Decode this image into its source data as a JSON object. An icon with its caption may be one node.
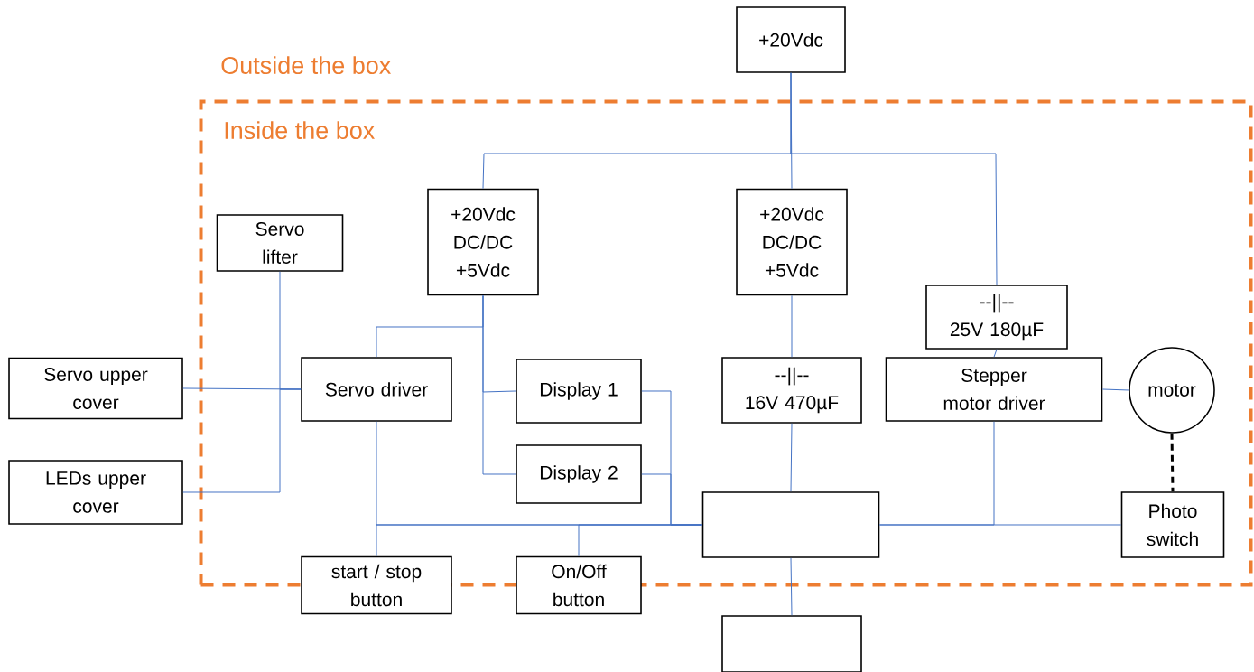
{
  "diagram": {
    "nodes": [
      {
        "text": [
          "Inside the box"
        ]
      },
      {
        "text": [
          "+20Vdc"
        ]
      },
      {
        "text": [
          "+20Vdc DC/DC +5Vdc"
        ],
        "in": 0
      },
      {
        "text": [
          "+20Vdc DC/DC +5Vdc"
        ],
        "in": 0
      },
      {
        "text": [
          "Servo lifter"
        ],
        "in": 0
      },
      {
        "text": [
          "--||--",
          "25V 180µF"
        ],
        "in": 0
      },
      {
        "text": [
          "Servo upper cover"
        ]
      },
      {
        "text": [
          "Servo driver"
        ],
        "in": 0
      },
      {
        "text": [
          "Display 1"
        ],
        "in": 0
      },
      {
        "text": [
          "--||--",
          "16V 470µF"
        ],
        "in": 0
      },
      {
        "text": [
          "Stepper motor driver"
        ],
        "in": 0
      },
      {
        "text": [
          "motor"
        ],
        "in": 0
      },
      {
        "text": [
          "LEDs upper cover"
        ]
      },
      {
        "text": [
          "Display 2"
        ],
        "in": 0
      },
      {
        "text": [],
        "shape": "box",
        "in": 0
      },
      {
        "text": [
          "Photo switch"
        ],
        "in": 0
      },
      {
        "text": [
          "start / stop button"
        ]
      },
      {
        "text": [
          "On/Off button"
        ]
      },
      {
        "text": [],
        "shape": "box"
      }
    ],
    "edges": [
      {
        "from": 1,
        "to": 2,
        "arrow": "none"
      },
      {
        "from": 1,
        "to": 3,
        "arrow": "none"
      },
      {
        "from": 1,
        "to": 5,
        "arrow": "none"
      },
      {
        "from": 2,
        "to": 7,
        "arrow": "none"
      },
      {
        "from": 2,
        "to": 8,
        "arrow": "none"
      },
      {
        "from": 2,
        "to": 13,
        "arrow": "none"
      },
      {
        "from": 7,
        "to": 6,
        "arrow": "none"
      },
      {
        "from": 7,
        "to": 4,
        "arrow": "none"
      },
      {
        "from": 7,
        "to": 12,
        "arrow": "none"
      },
      {
        "from": 3,
        "to": 9,
        "arrow": "none"
      },
      {
        "from": 9,
        "to": 14,
        "arrow": "none"
      },
      {
        "from": 5,
        "to": 10,
        "arrow": "none"
      },
      {
        "from": 10,
        "to": 11,
        "arrow": "none"
      },
      {
        "from": 11,
        "to": 15,
        "arrow": "none",
        "style": "dashed",
        "color": "#000000"
      },
      {
        "from": 14,
        "to": 15,
        "arrow": "none"
      },
      {
        "from": 10,
        "to": 14,
        "arrow": "none"
      },
      {
        "from": 8,
        "to": 14,
        "arrow": "none"
      },
      {
        "from": 13,
        "to": 14,
        "arrow": "none"
      },
      {
        "from": 14,
        "to": 7,
        "arrow": "none"
      },
      {
        "from": 14,
        "to": 16,
        "arrow": "none"
      },
      {
        "from": 14,
        "to": 17,
        "arrow": "none"
      },
      {
        "from": 14,
        "to": 18,
        "arrow": "none"
      }
    ],
    "labels": [
      "Outside the box"
    ]
  }
}
